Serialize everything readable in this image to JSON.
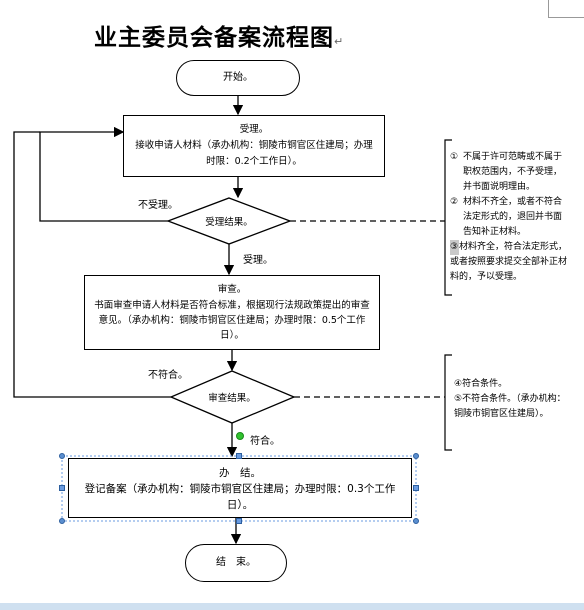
{
  "title": "业主委员会备案流程图",
  "title_mark": "↵",
  "nodes": {
    "start": "开始。",
    "accept_title": "受理。",
    "accept_body": "接收申请人材料（承办机构：铜陵市铜官区住建局；办理时限：0.2个工作日）。",
    "accept_decision": "受理结果。",
    "review_title": "审查。",
    "review_body": "书面审查申请人材料是否符合标准，根据现行法规政策提出的审查意见。（承办机构：铜陵市铜官区住建局；办理时限：0.5个工作日）。",
    "review_decision": "审查结果。",
    "handle_title": "办　结。",
    "handle_body": "登记备案（承办机构：铜陵市铜官区住建局；办理时限：0.3个工作日）。",
    "end": "结　束。"
  },
  "edges": {
    "not_accepted": "不受理。",
    "accepted": "受理。",
    "not_conform": "不符合。",
    "conform": "符合。"
  },
  "note1": {
    "marks": [
      "①",
      "",
      "",
      "②",
      "",
      "",
      "③",
      "",
      ""
    ],
    "lines": [
      "不属于许可范畴或不属于",
      "职权范围内，不予受理，",
      "并书面说明理由。",
      "材料不齐全，或者不符合",
      "法定形式的，退回并书面",
      "告知补正材料。",
      "材料齐全，符合法定形式，",
      "或者按照要求提交全部补正材",
      "料的，予以受理。"
    ]
  },
  "note2": {
    "lines": [
      "④符合条件。",
      "⑤不符合条件。（承办机构：",
      "铜陵市铜官区住建局）。"
    ]
  }
}
